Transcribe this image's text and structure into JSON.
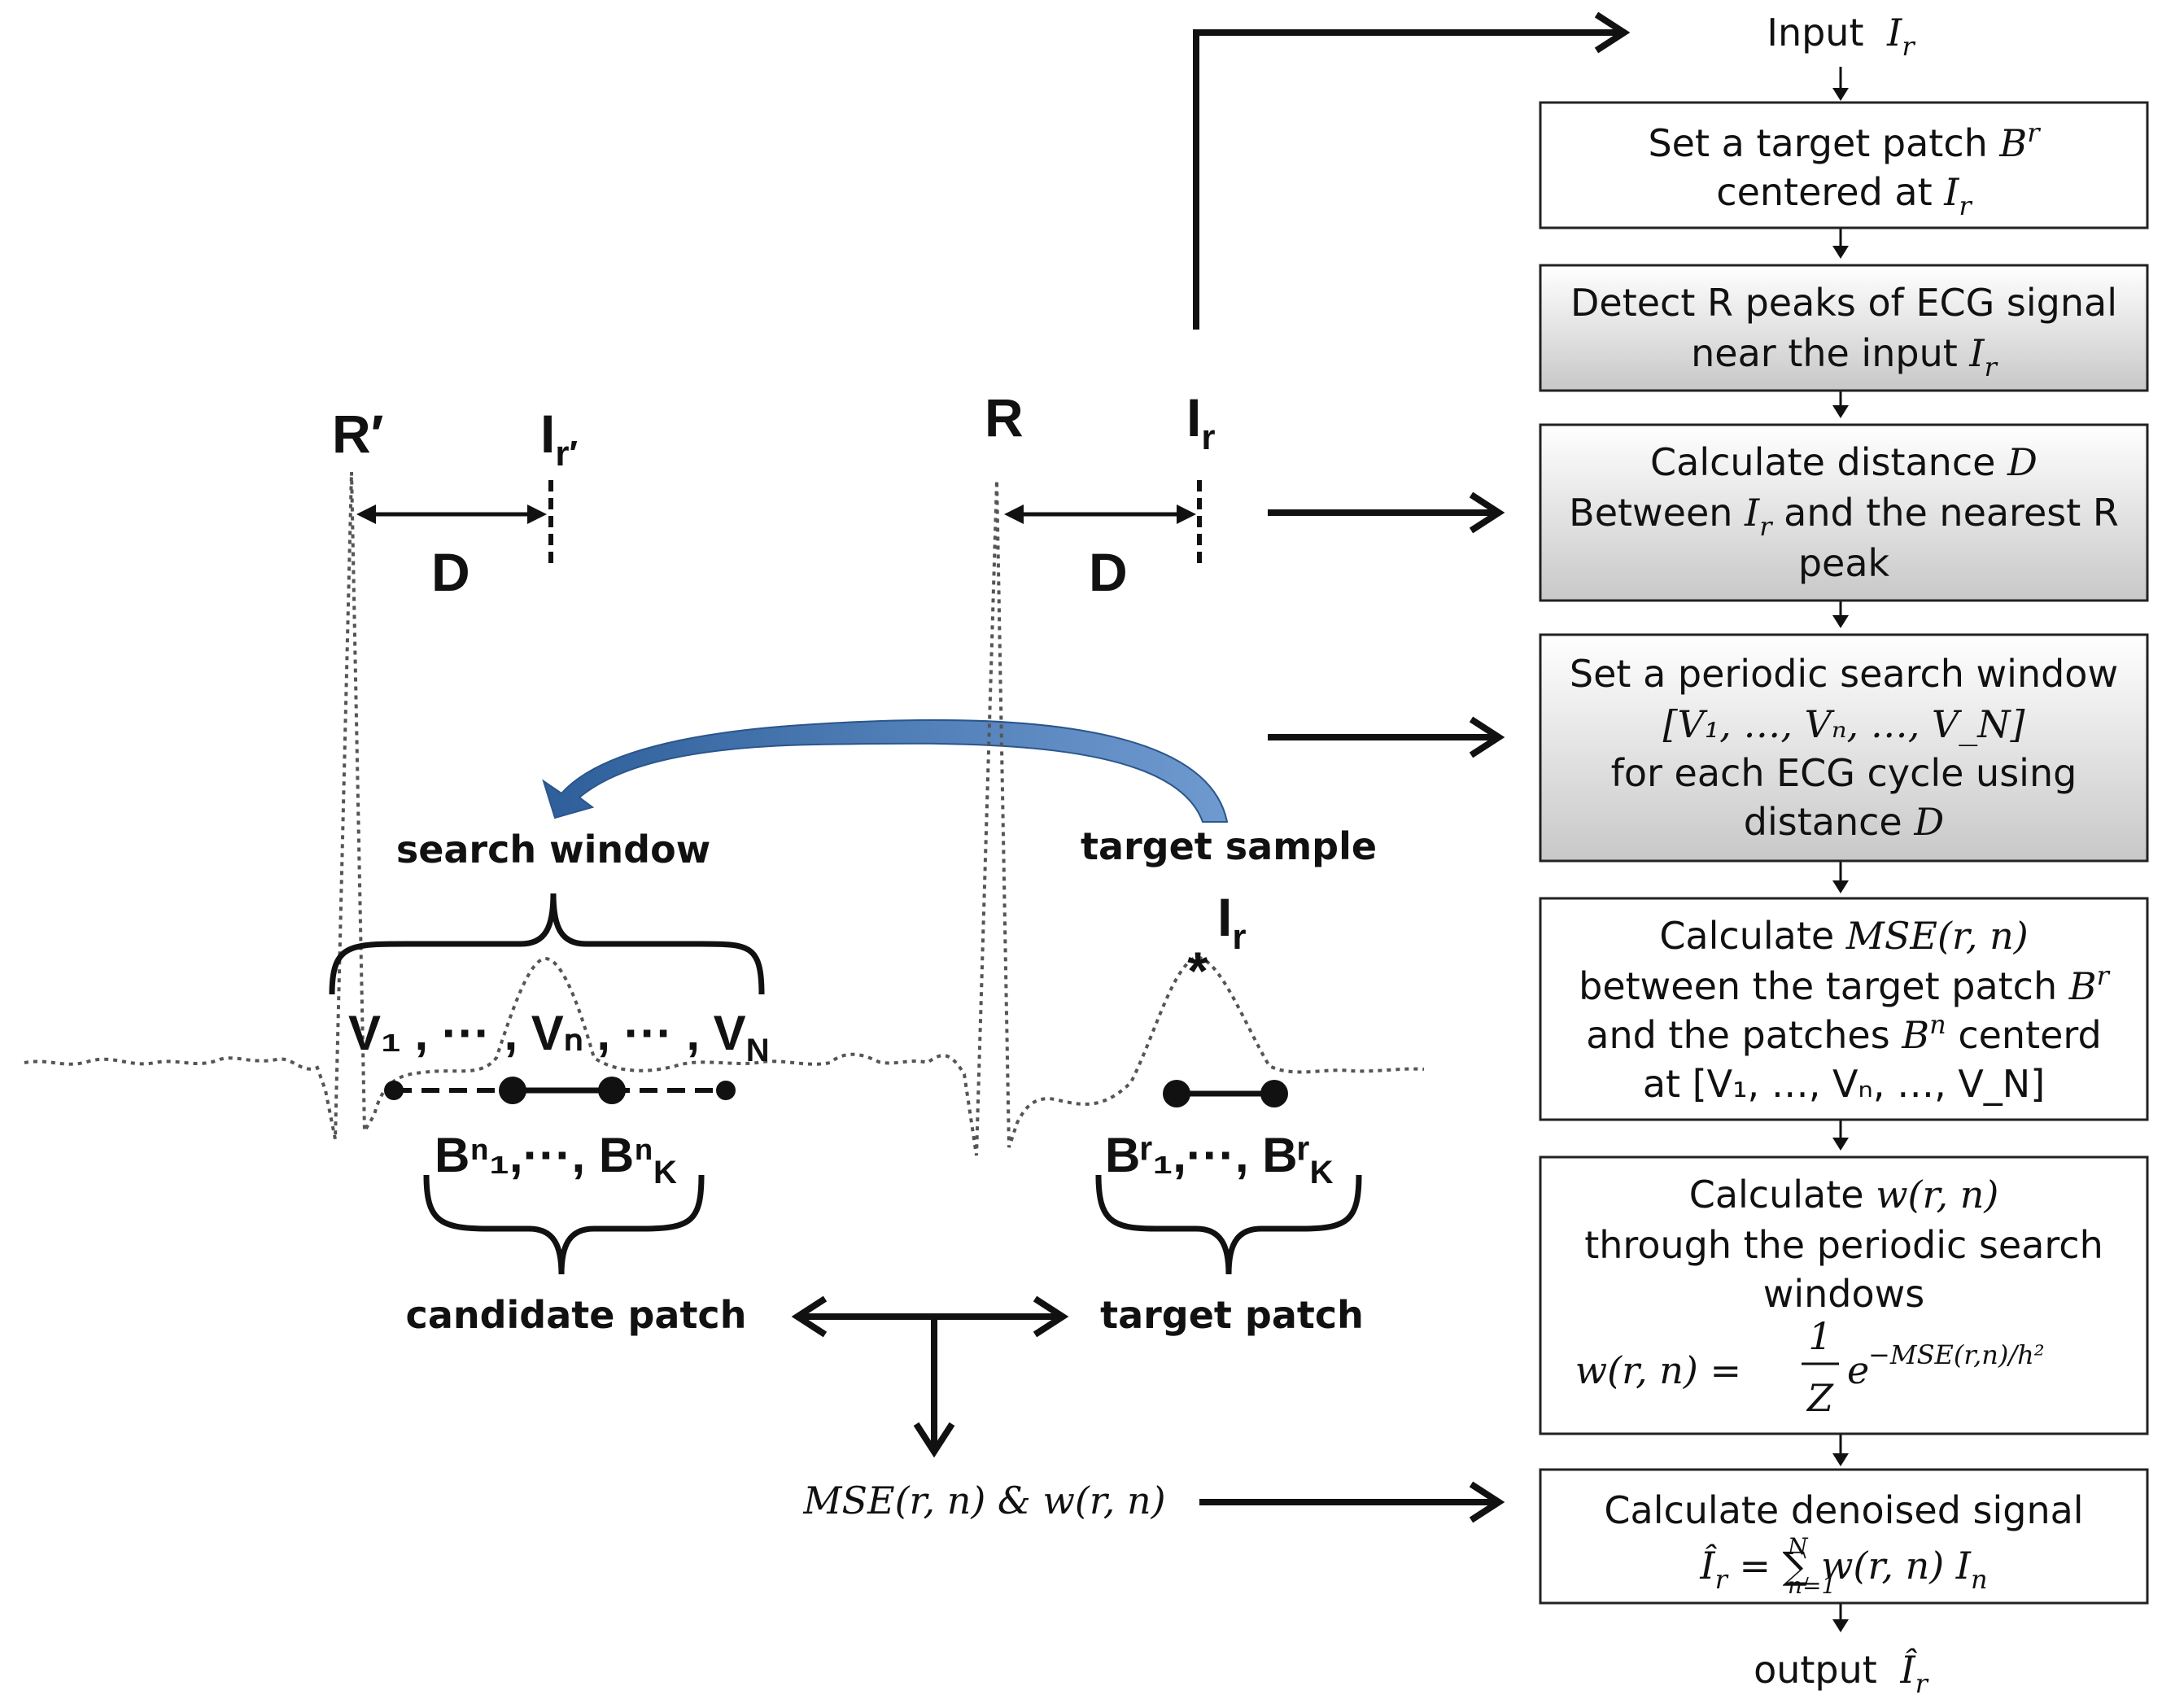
{
  "flow": {
    "input_label": "Input",
    "input_var": "I",
    "input_sub": "r",
    "output_label": "output",
    "output_var": "Î",
    "output_sub": "r",
    "boxes": [
      {
        "lines": [
          {
            "t1": "Set a target patch ",
            "m": "B",
            "sup": "r"
          },
          {
            "t1": "centered at ",
            "m": "I",
            "sub": "r"
          }
        ]
      },
      {
        "lines": [
          {
            "t1": "Detect R peaks of ECG signal"
          },
          {
            "t1": "near the input ",
            "m": "I",
            "sub": "r"
          }
        ]
      },
      {
        "lines": [
          {
            "t1": "Calculate distance ",
            "m": "D"
          },
          {
            "t1": "Between ",
            "m": "I",
            "sub": "r",
            "t2": " and the nearest R"
          },
          {
            "t1": "peak"
          }
        ]
      },
      {
        "lines": [
          {
            "t1": "Set a periodic search window"
          },
          {
            "t1": "[V₁, …, Vₙ, …, V_N]"
          },
          {
            "t1": "for each ECG cycle using"
          },
          {
            "t1": "distance ",
            "m": "D"
          }
        ]
      },
      {
        "lines": [
          {
            "t1": "Calculate ",
            "m": "MSE(r, n)"
          },
          {
            "t1": "between the target patch ",
            "m": "B",
            "sup": "r"
          },
          {
            "t1": "and the patches ",
            "m": "B",
            "sup": "n",
            "t2": " centerd"
          },
          {
            "t1": "at [V₁, …, Vₙ, …, V_N]"
          }
        ]
      },
      {
        "lines": [
          {
            "t1": "Calculate ",
            "m": "w(r, n)"
          },
          {
            "t1": "through the periodic search"
          },
          {
            "t1": "windows"
          }
        ],
        "formula": {
          "lhs": "w(r, n)  =",
          "num": "1",
          "den": "Z",
          "e": "e",
          "exp": "−MSE(r,n)/h²"
        }
      },
      {
        "lines": [
          {
            "t1": "Calculate denoised signal"
          },
          {
            "m": "Î",
            "sub": "r",
            "t2": "  = ∑ w(r, n) I",
            "sub2": "n"
          }
        ],
        "sum_limits": {
          "top": "N",
          "bottom": "n=1"
        }
      }
    ]
  },
  "left": {
    "r_prime": "R′",
    "i_r_prime": "I",
    "i_r_prime_sub": "r′",
    "r": "R",
    "i_r": "I",
    "i_r_sub": "r",
    "d_left": "D",
    "d_right": "D",
    "search_window": "search window",
    "target_sample": "target sample",
    "target_i": "I",
    "target_i_sub": "r",
    "star": "*",
    "v_labels": "V₁ , ··· , Vₙ , ··· , V",
    "v_last_sub": "N",
    "candidate_patches": "Bⁿ₁,···, Bⁿ",
    "candidate_sub": "K",
    "target_patches": "Bʳ₁,···, Bʳ",
    "target_sub": "K",
    "candidate_patch": "candidate patch",
    "target_patch": "target patch",
    "result": "MSE(r, n)  &  w(r, n)"
  },
  "colors": {
    "box_border": "#222222",
    "shaded_top": "#ffffff",
    "shaded_bottom": "#c8c8c8",
    "curve_arrow": "#3d6fa8",
    "signal": "#555555"
  }
}
